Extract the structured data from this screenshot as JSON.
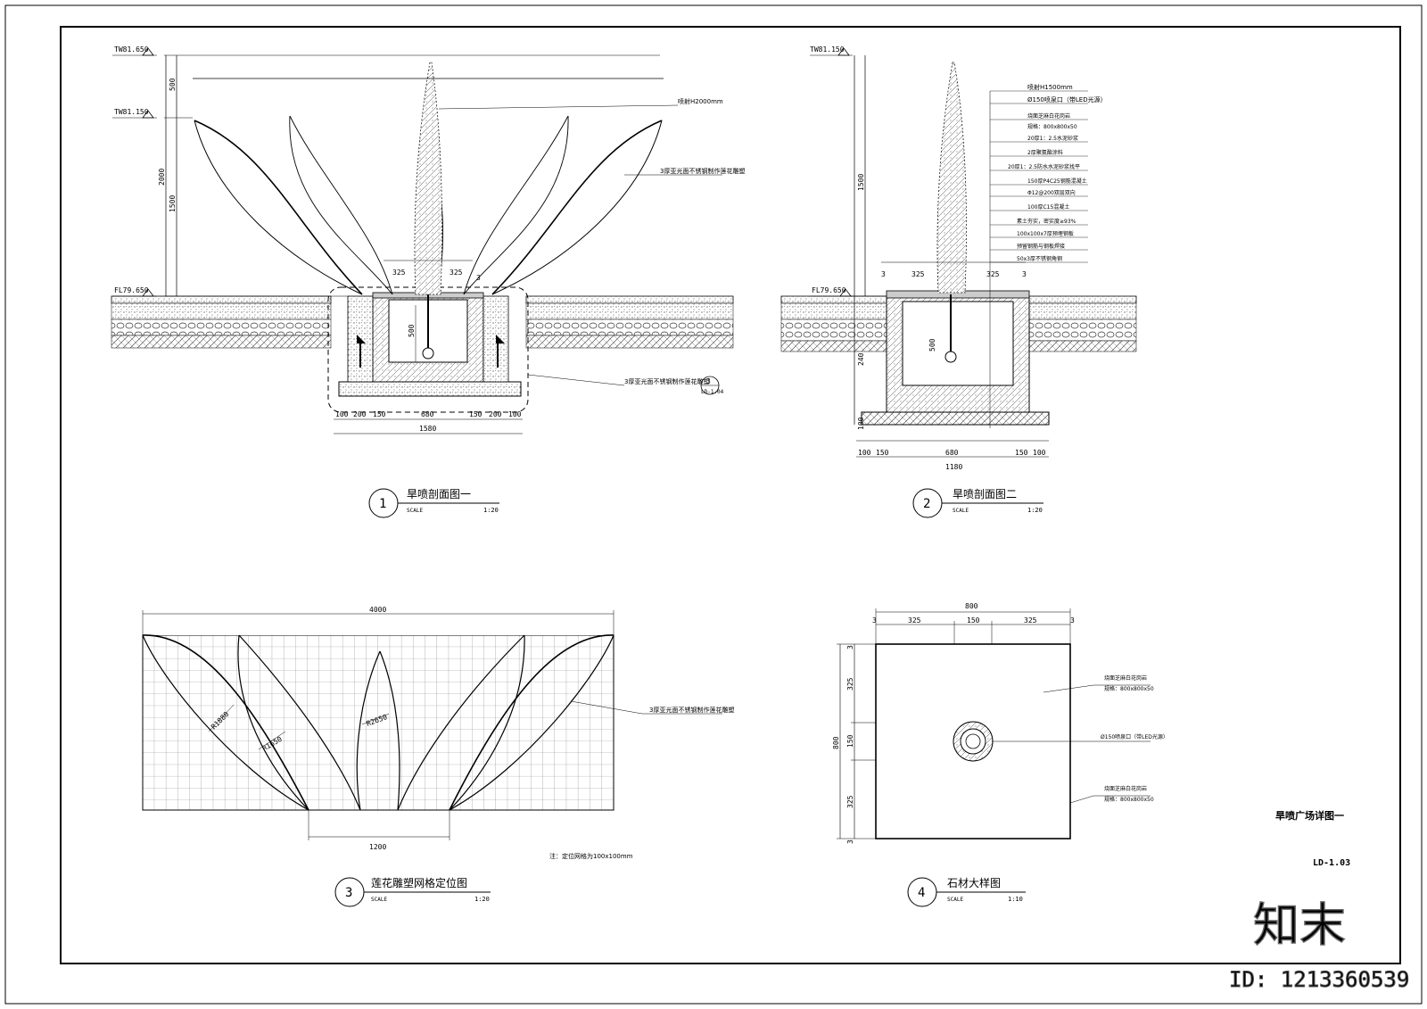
{
  "sheet": {
    "title": "旱喷广场详图一",
    "number": "LD-1.03",
    "watermark_brand": "知末",
    "watermark_id": "ID: 1213360539"
  },
  "views": [
    {
      "number": "1",
      "title": "旱喷剖面图一",
      "scale_label": "SCALE",
      "scale": "1:20"
    },
    {
      "number": "2",
      "title": "旱喷剖面图二",
      "scale_label": "SCALE",
      "scale": "1:20"
    },
    {
      "number": "3",
      "title": "莲花雕塑网格定位图",
      "scale_label": "SCALE",
      "scale": "1:20"
    },
    {
      "number": "4",
      "title": "石材大样图",
      "scale_label": "SCALE",
      "scale": "1:10"
    }
  ],
  "section1": {
    "levels": [
      "TW81.650",
      "TW81.150",
      "FL79.650"
    ],
    "dims_vertical": [
      "500",
      "1500",
      "2000",
      "500"
    ],
    "dims_bottom": [
      "100",
      "200",
      "150",
      "680",
      "150",
      "200",
      "100"
    ],
    "dim_total": "1580",
    "dims_top": [
      "325",
      "325",
      "3"
    ],
    "notes": [
      "喷射H2000mm",
      "3厚亚光面不锈钢制作莲花雕塑",
      "3厚亚光面不锈钢制作莲花雕塑"
    ],
    "ref_number": "3",
    "ref_sheet": "LD-1.04"
  },
  "section2": {
    "levels": [
      "TW81.150",
      "FL79.650"
    ],
    "dims_vertical": [
      "1500",
      "500",
      "240",
      "100"
    ],
    "dims_bottom": [
      "100",
      "150",
      "680",
      "150",
      "100"
    ],
    "dim_total": "1180",
    "dims_top": [
      "3",
      "325",
      "325",
      "3"
    ],
    "notes": [
      "喷射H1500mm",
      "Ø150喷泉口（带LED光源）",
      "烧面芝麻白花岗岩",
      "规格：800x800x50",
      "20厚1：2.5水泥砂浆",
      "2厚聚氨酯涂料",
      "20厚1：2.5防水水泥砂浆找平",
      "150厚P4C25钢筋混凝土",
      "Φ12@200双层双向",
      "100厚C15混凝土",
      "素土夯实，密实度≥93%",
      "100x100x7厚预埋钢板",
      "预留钢筋与钢板焊接",
      "50x3厚不锈钢角钢"
    ]
  },
  "grid_plan": {
    "dim_top": "4000",
    "dim_bottom": "1200",
    "radii": [
      "R1880",
      "R1650",
      "R2650"
    ],
    "note": "3厚亚光面不锈钢制作莲花雕塑",
    "grid_note": "注：定位网格为100x100mm"
  },
  "stone_detail": {
    "dim_top_total": "800",
    "dims_top": [
      "3",
      "325",
      "150",
      "325",
      "3"
    ],
    "dim_left_total": "800",
    "dims_left": [
      "3",
      "325",
      "150",
      "325",
      "3"
    ],
    "notes": [
      "烧面芝麻白花岗岩",
      "规格：800x800x50",
      "Ø150喷泉口（带LED光源）",
      "烧面芝麻白花岗岩",
      "规格：800x800x50"
    ]
  }
}
